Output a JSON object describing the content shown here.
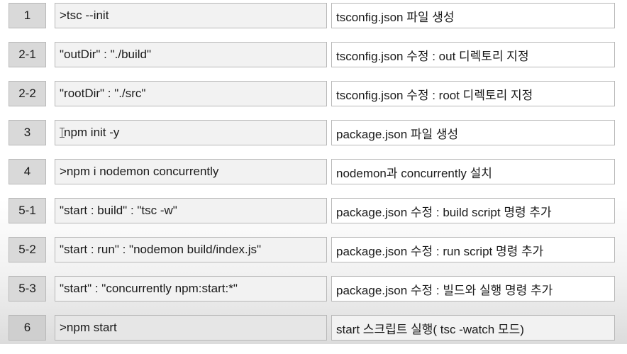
{
  "rows": [
    {
      "num": "1",
      "command": ">tsc --init",
      "description": "tsconfig.json 파일 생성"
    },
    {
      "num": "2-1",
      "command": "\"outDir\" : \"./build\"",
      "description": "tsconfig.json 수정 : out 디렉토리 지정"
    },
    {
      "num": "2-2",
      "command": "\"rootDir\" : \"./src\"",
      "description": "tsconfig.json 수정 : root 디렉토리 지정"
    },
    {
      "num": "3",
      "command": "npm init -y",
      "description": "package.json 파일 생성"
    },
    {
      "num": "4",
      "command": ">npm i nodemon concurrently",
      "description": "nodemon과 concurrently 설치"
    },
    {
      "num": "5-1",
      "command": "\"start : build\" : \"tsc -w\"",
      "description": "package.json 수정 : build script 명령 추가"
    },
    {
      "num": "5-2",
      "command": "\"start : run\" : \"nodemon build/index.js\"",
      "description": "package.json 수정 : run script 명령 추가"
    },
    {
      "num": "5-3",
      "command": "\"start\" : \"concurrently npm:start:*\"",
      "description": "package.json 수정 : 빌드와 실행 명령 추가"
    },
    {
      "num": "6",
      "command": ">npm start",
      "description": "start 스크립트 실행( tsc -watch 모드)"
    }
  ],
  "colors": {
    "number_cell": "#d9d9d9",
    "command_cell": "#f2f2f2",
    "description_cell": "#ffffff",
    "border": "#b8b8b8"
  }
}
